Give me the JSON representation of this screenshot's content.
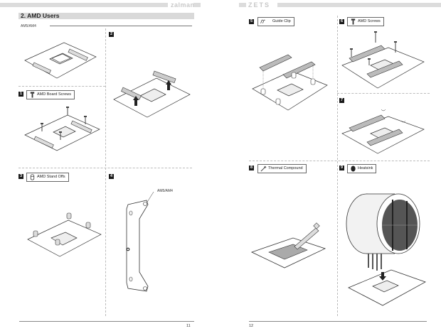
{
  "pages": {
    "left": {
      "brand": "zalman",
      "section_title": "2. AMD Users",
      "subheading": "AM5/AM4",
      "page_number": "11",
      "steps": [
        {
          "number": "1",
          "label": "AMD Board Screws",
          "icon": "screw-icon"
        },
        {
          "number": "2",
          "label": "",
          "icon": ""
        },
        {
          "number": "3",
          "label": "AMD Stand Offs",
          "icon": "standoff-icon"
        },
        {
          "number": "4",
          "label": "",
          "icon": ""
        }
      ],
      "callout": "AM5/AM4"
    },
    "right": {
      "brand": "ZETS",
      "page_number": "12",
      "steps": [
        {
          "number": "5",
          "label": "Guide Clip",
          "icon": "guide-clip-icon"
        },
        {
          "number": "6",
          "label": "AMD Screws",
          "icon": "screw-icon"
        },
        {
          "number": "7",
          "label": "",
          "icon": ""
        },
        {
          "number": "8",
          "label": "Thermal Compound",
          "icon": "syringe-icon"
        },
        {
          "number": "9",
          "label": "Heatsink",
          "icon": "heatsink-icon"
        }
      ]
    }
  }
}
